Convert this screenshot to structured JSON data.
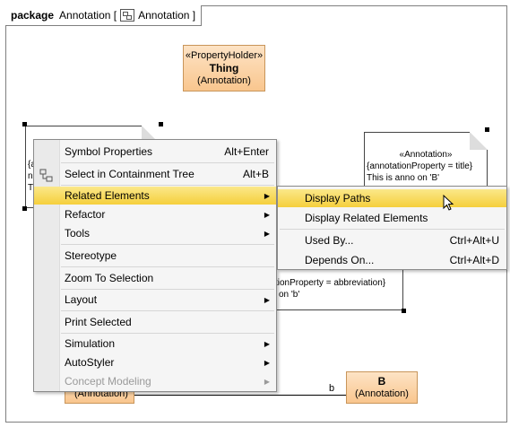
{
  "frame": {
    "keyword": "package",
    "name": "Annotation [",
    "diagram_name": "Annotation ]"
  },
  "thing": {
    "stereotype": "«PropertyHolder»",
    "name": "Thing",
    "type": "(Annotation)"
  },
  "left_note": {
    "partial_lines": [
      "{a",
      "n",
      "T"
    ]
  },
  "right_note": {
    "stereotype": "«Annotation»",
    "property": "{annotationProperty = title}",
    "text": "This is anno on 'B'"
  },
  "middle_note": {
    "property": "tionProperty = abbreviation}",
    "text": "on 'b'"
  },
  "bottom_left_box": {
    "type": "(Annotation)"
  },
  "b_box": {
    "name": "B",
    "type": "(Annotation)"
  },
  "association": {
    "role": "b"
  },
  "context_menu": {
    "items": [
      {
        "label": "Symbol Properties",
        "shortcut": "Alt+Enter"
      },
      {
        "label": "Select in Containment Tree",
        "shortcut": "Alt+B"
      },
      {
        "label": "Related Elements",
        "submenu": true
      },
      {
        "label": "Refactor",
        "submenu": true
      },
      {
        "label": "Tools",
        "submenu": true
      },
      {
        "label": "Stereotype"
      },
      {
        "label": "Zoom To Selection"
      },
      {
        "label": "Layout",
        "submenu": true
      },
      {
        "label": "Print Selected"
      },
      {
        "label": "Simulation",
        "submenu": true
      },
      {
        "label": "AutoStyler",
        "submenu": true
      },
      {
        "label": "Concept Modeling",
        "submenu": true,
        "disabled": true
      }
    ],
    "arrow_glyph": "▶"
  },
  "submenu": {
    "items": [
      {
        "label": "Display Paths"
      },
      {
        "label": "Display Related Elements"
      },
      {
        "label": "Used By...",
        "shortcut": "Ctrl+Alt+U"
      },
      {
        "label": "Depends On...",
        "shortcut": "Ctrl+Alt+D"
      }
    ]
  },
  "colors": {
    "highlight_start": "#fbe88a",
    "highlight_end": "#f5cf3c",
    "class_fill": "#f9c68e"
  }
}
